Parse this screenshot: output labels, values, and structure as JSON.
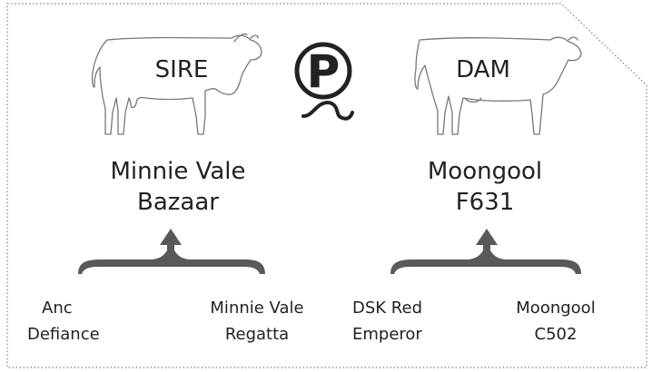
{
  "sire": {
    "label": "SIRE",
    "name_line1": "Minnie Vale",
    "name_line2": "Bazaar",
    "parents": [
      {
        "line1": "Anc",
        "line2": "Defiance"
      },
      {
        "line1": "Minnie Vale",
        "line2": "Regatta"
      }
    ]
  },
  "dam": {
    "label": "DAM",
    "name_line1": "Moongool",
    "name_line2": "F631",
    "parents": [
      {
        "line1": "DSK Red",
        "line2": "Emperor"
      },
      {
        "line1": "Moongool",
        "line2": "C502"
      }
    ]
  },
  "logo": {
    "letter": "P"
  },
  "colors": {
    "bracket": "#595959",
    "border": "#7f7f7f",
    "text": "#222222",
    "outline": "#777777"
  },
  "icons": {
    "sire": "bull-outline-icon",
    "dam": "cow-outline-icon",
    "logo": "polled-p-logo-icon"
  }
}
